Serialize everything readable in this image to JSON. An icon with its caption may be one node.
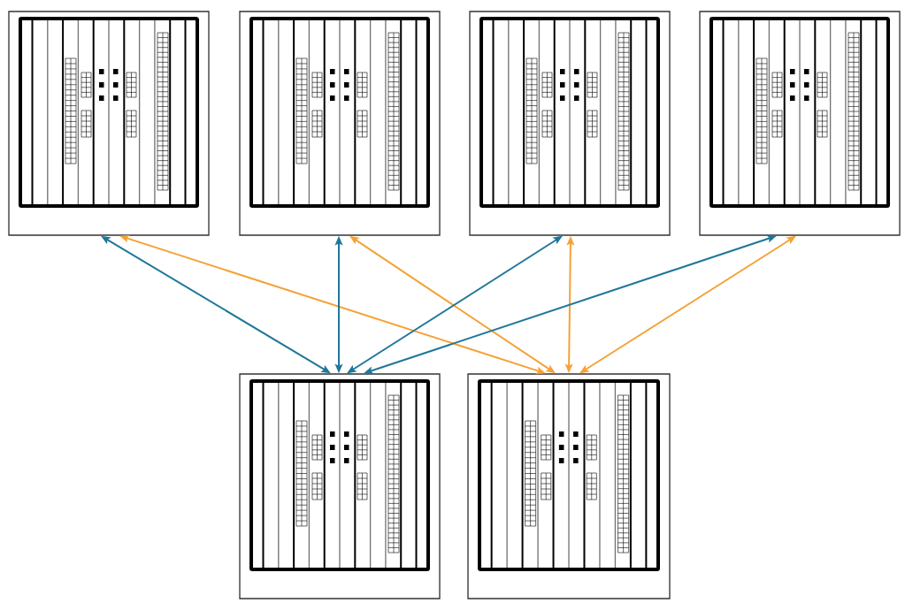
{
  "diagram": {
    "nodes": [
      {
        "text": [],
        "shape": "picture"
      },
      {
        "text": [],
        "shape": "picture"
      },
      {
        "text": [],
        "shape": "picture"
      },
      {
        "text": [],
        "shape": "picture"
      },
      {
        "text": [],
        "shape": "picture"
      },
      {
        "text": [],
        "shape": "picture"
      }
    ],
    "edges": [
      {
        "from": 0,
        "to": 4,
        "arrow": "both",
        "color": "#1f7799"
      },
      {
        "from": 0,
        "to": 5,
        "arrow": "both",
        "color": "#f4a236"
      },
      {
        "from": 1,
        "to": 4,
        "arrow": "both",
        "color": "#1f7799"
      },
      {
        "from": 1,
        "to": 5,
        "arrow": "both",
        "color": "#f4a236"
      },
      {
        "from": 2,
        "to": 4,
        "arrow": "both",
        "color": "#1f7799"
      },
      {
        "from": 2,
        "to": 5,
        "arrow": "both",
        "color": "#f4a236"
      },
      {
        "from": 3,
        "to": 4,
        "arrow": "both",
        "color": "#1f7799"
      },
      {
        "from": 3,
        "to": 5,
        "arrow": "both",
        "color": "#f4a236"
      }
    ]
  }
}
